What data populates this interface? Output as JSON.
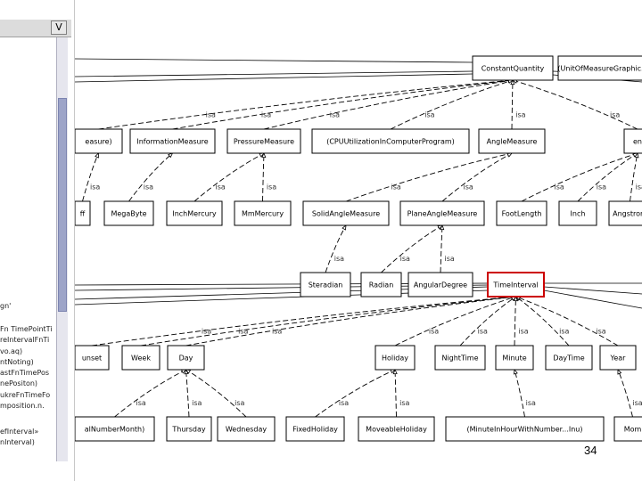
{
  "panel": {
    "dropdown_glyph": "V",
    "tree_items": [
      "gn'",
      "Fn TimePointTi",
      "reIntervalFnTi",
      "vo.aq)",
      "ntNoting)",
      "astFnTimePos",
      "nePositon)",
      "ukreFnTimeFo",
      "mposition.n.",
      "efInterval»",
      "nInterval)"
    ]
  },
  "diagram": {
    "edge_label": "isa",
    "highlight_color": "#cc0000",
    "nodes": [
      {
        "id": "constant-quantity",
        "label": "ConstantQuantity"
      },
      {
        "id": "unit-of-measure",
        "label": "(UnitOfMeasureGraphic..."
      },
      {
        "id": "measure-left",
        "label": "easure)"
      },
      {
        "id": "information-measure",
        "label": "InformationMeasure"
      },
      {
        "id": "pressure-measure",
        "label": "PressureMeasure"
      },
      {
        "id": "cpu-utilization",
        "label": "(CPUUtilizationInComputerProgram)"
      },
      {
        "id": "angle-measure",
        "label": "AngleMeasure"
      },
      {
        "id": "right-edge-1",
        "label": "en"
      },
      {
        "id": "megabyte-left",
        "label": "ff"
      },
      {
        "id": "megabyte",
        "label": "MegaByte"
      },
      {
        "id": "inch-mercury",
        "label": "InchMercury"
      },
      {
        "id": "mm-mercury",
        "label": "MmMercury"
      },
      {
        "id": "solid-angle-measure",
        "label": "SolidAngleMeasure"
      },
      {
        "id": "plane-angle-measure",
        "label": "PlaneAngleMeasure"
      },
      {
        "id": "foot-length",
        "label": "FootLength"
      },
      {
        "id": "inch",
        "label": "Inch"
      },
      {
        "id": "angstrom",
        "label": "Angstrom"
      },
      {
        "id": "steradian",
        "label": "Steradian"
      },
      {
        "id": "radian",
        "label": "Radian"
      },
      {
        "id": "angular-degree",
        "label": "AngularDegree"
      },
      {
        "id": "time-interval",
        "label": "TimeInterval"
      },
      {
        "id": "sunset",
        "label": "unset"
      },
      {
        "id": "week",
        "label": "Week"
      },
      {
        "id": "day",
        "label": "Day"
      },
      {
        "id": "holiday",
        "label": "Holiday"
      },
      {
        "id": "nighttime",
        "label": "NightTime"
      },
      {
        "id": "minute",
        "label": "Minute"
      },
      {
        "id": "daytime",
        "label": "DayTime"
      },
      {
        "id": "year",
        "label": "Year"
      },
      {
        "id": "number-month",
        "label": "alNumberMonth)"
      },
      {
        "id": "thursday",
        "label": "Thursday"
      },
      {
        "id": "wednesday",
        "label": "Wednesday"
      },
      {
        "id": "fixed-holiday",
        "label": "FixedHoliday"
      },
      {
        "id": "moveable-holiday",
        "label": "MoveableHoliday"
      },
      {
        "id": "minute-hour",
        "label": "(MinuteInHourWithNumber...Inu)"
      },
      {
        "id": "mom",
        "label": "Mom"
      }
    ]
  },
  "footer": {
    "page_number": "34"
  }
}
